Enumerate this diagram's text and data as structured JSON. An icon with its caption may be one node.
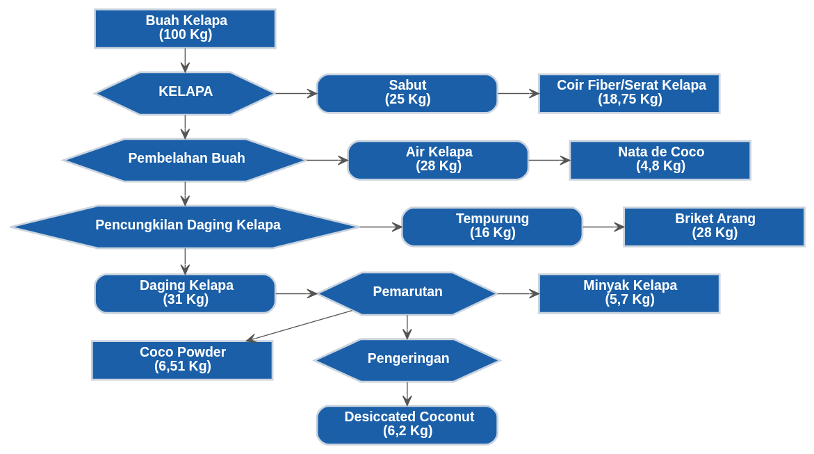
{
  "diagram": {
    "nodes": [
      {
        "text": [
          "Buah Kelapa",
          "(100 Kg)"
        ]
      },
      {
        "text": [
          "KELAPA"
        ]
      },
      {
        "text": [
          "Sabut",
          "(25 Kg)"
        ]
      },
      {
        "text": [
          "Coir Fiber/Serat Kelapa",
          "(18,75 Kg)"
        ]
      },
      {
        "text": [
          "Pembelahan Buah"
        ]
      },
      {
        "text": [
          "Air Kelapa",
          "(28 Kg)"
        ]
      },
      {
        "text": [
          "Nata de Coco",
          "(4,8 Kg)"
        ]
      },
      {
        "text": [
          "Pencungkilan Daging Kelapa"
        ]
      },
      {
        "text": [
          "Tempurung",
          "(16 Kg)"
        ]
      },
      {
        "text": [
          "Briket Arang",
          "(28 Kg)"
        ]
      },
      {
        "text": [
          "Daging Kelapa",
          "(31 Kg)"
        ]
      },
      {
        "text": [
          "Pemarutan"
        ]
      },
      {
        "text": [
          "Minyak Kelapa",
          "(5,7 Kg)"
        ]
      },
      {
        "text": [
          "Coco Powder",
          "(6,51 Kg)"
        ]
      },
      {
        "text": [
          "Pengeringan"
        ]
      },
      {
        "text": [
          "Desiccated Coconut",
          "(6,2 Kg)"
        ]
      }
    ],
    "edges": [
      {
        "from": 0,
        "to": 1,
        "arrow": "to"
      },
      {
        "from": 1,
        "to": 2,
        "arrow": "to"
      },
      {
        "from": 2,
        "to": 3,
        "arrow": "to"
      },
      {
        "from": 1,
        "to": 4,
        "arrow": "to"
      },
      {
        "from": 4,
        "to": 5,
        "arrow": "to"
      },
      {
        "from": 5,
        "to": 6,
        "arrow": "to"
      },
      {
        "from": 4,
        "to": 7,
        "arrow": "to"
      },
      {
        "from": 7,
        "to": 8,
        "arrow": "to"
      },
      {
        "from": 8,
        "to": 9,
        "arrow": "to"
      },
      {
        "from": 7,
        "to": 10,
        "arrow": "to"
      },
      {
        "from": 10,
        "to": 11,
        "arrow": "to"
      },
      {
        "from": 11,
        "to": 12,
        "arrow": "to"
      },
      {
        "from": 11,
        "to": 13,
        "arrow": "to"
      },
      {
        "from": 11,
        "to": 14,
        "arrow": "to"
      },
      {
        "from": 14,
        "to": 15,
        "arrow": "to"
      }
    ]
  }
}
